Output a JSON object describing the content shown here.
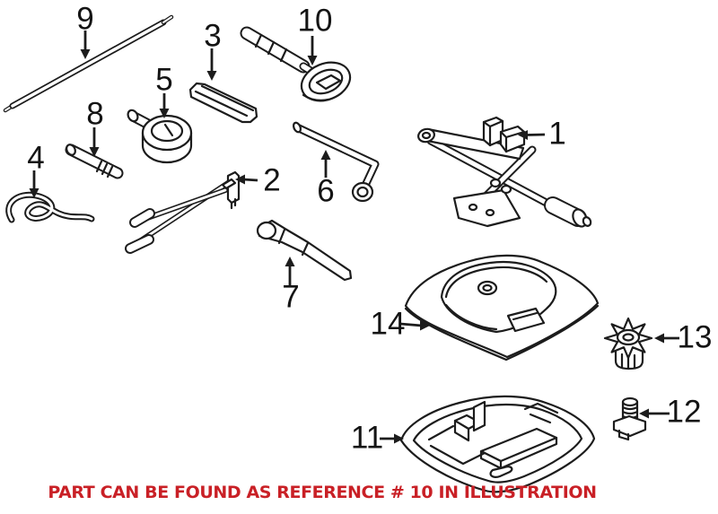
{
  "diagram": {
    "type": "vehicle-tool-kit-parts-illustration",
    "callouts": [
      "1",
      "2",
      "3",
      "4",
      "5",
      "6",
      "7",
      "8",
      "9",
      "10",
      "11",
      "12",
      "13",
      "14"
    ]
  },
  "caption": {
    "text": "PART CAN BE FOUND AS REFERENCE # 10 IN ILLUSTRATION",
    "color": "#c92026"
  },
  "colors": {
    "background": "#ffffff",
    "line": "#1c1c1c",
    "caption_red": "#c92026"
  }
}
